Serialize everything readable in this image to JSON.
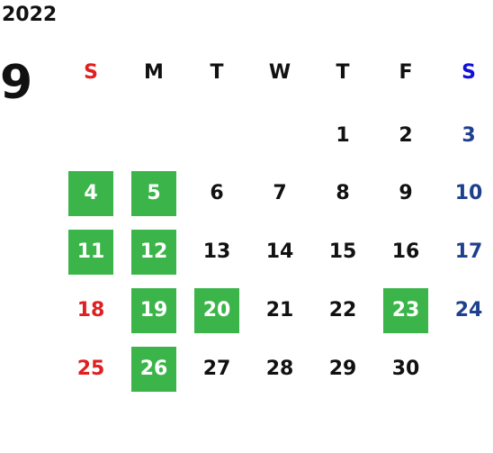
{
  "year": "2022",
  "month": "9",
  "weekdays": [
    "S",
    "M",
    "T",
    "W",
    "T",
    "F",
    "S"
  ],
  "weeks": [
    [
      "",
      "",
      "",
      "",
      "1",
      "2",
      "3"
    ],
    [
      "4",
      "5",
      "6",
      "7",
      "8",
      "9",
      "10"
    ],
    [
      "11",
      "12",
      "13",
      "14",
      "15",
      "16",
      "17"
    ],
    [
      "18",
      "19",
      "20",
      "21",
      "22",
      "23",
      "24"
    ],
    [
      "25",
      "26",
      "27",
      "28",
      "29",
      "30",
      ""
    ]
  ],
  "highlighted": [
    "4",
    "5",
    "11",
    "12",
    "19",
    "20",
    "23",
    "26"
  ],
  "colors": {
    "highlight": "#3bb54a",
    "sunday": "#e02020",
    "saturday": "#1f3f8f",
    "saturday_header": "#1010d8",
    "text": "#111111"
  }
}
